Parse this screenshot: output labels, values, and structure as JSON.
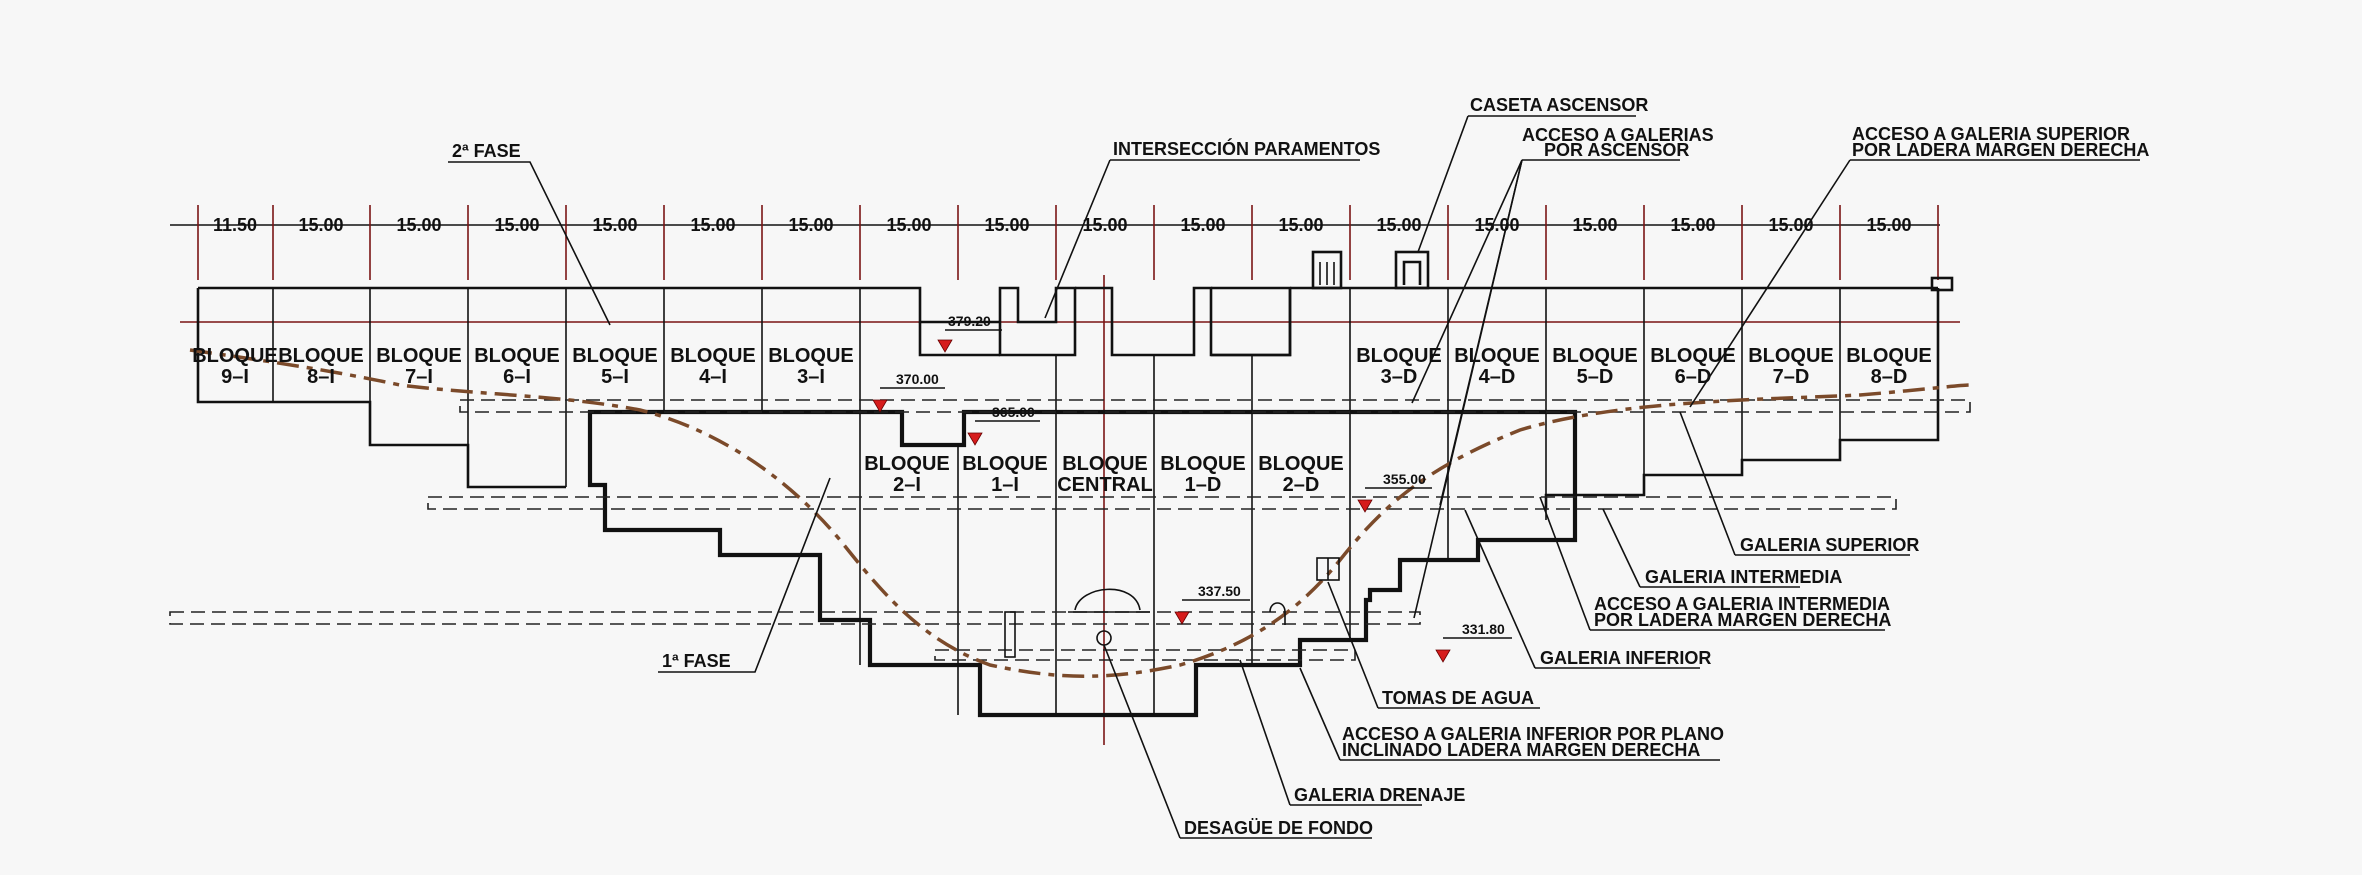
{
  "dimensions": [
    "11.50",
    "15.00",
    "15.00",
    "15.00",
    "15.00",
    "15.00",
    "15.00",
    "15.00",
    "15.00",
    "15.00",
    "15.00",
    "15.00",
    "15.00",
    "15.00",
    "15.00",
    "15.00",
    "15.00",
    "15.00"
  ],
  "blocks_upper_left": [
    {
      "l1": "BLOQUE",
      "l2": "9–I"
    },
    {
      "l1": "BLOQUE",
      "l2": "8–I"
    },
    {
      "l1": "BLOQUE",
      "l2": "7–I"
    },
    {
      "l1": "BLOQUE",
      "l2": "6–I"
    },
    {
      "l1": "BLOQUE",
      "l2": "5–I"
    },
    {
      "l1": "BLOQUE",
      "l2": "4–I"
    },
    {
      "l1": "BLOQUE",
      "l2": "3–I"
    }
  ],
  "blocks_upper_right": [
    {
      "l1": "BLOQUE",
      "l2": "3–D"
    },
    {
      "l1": "BLOQUE",
      "l2": "4–D"
    },
    {
      "l1": "BLOQUE",
      "l2": "5–D"
    },
    {
      "l1": "BLOQUE",
      "l2": "6–D"
    },
    {
      "l1": "BLOQUE",
      "l2": "7–D"
    },
    {
      "l1": "BLOQUE",
      "l2": "8–D"
    }
  ],
  "blocks_central": [
    {
      "l1": "BLOQUE",
      "l2": "2–I"
    },
    {
      "l1": "BLOQUE",
      "l2": "1–I"
    },
    {
      "l1": "BLOQUE",
      "l2": "CENTRAL"
    },
    {
      "l1": "BLOQUE",
      "l2": "1–D"
    },
    {
      "l1": "BLOQUE",
      "l2": "2–D"
    }
  ],
  "elevations": [
    "379.20",
    "370.00",
    "365.00",
    "355.00",
    "337.50",
    "331.80"
  ],
  "labels": {
    "fase2": "2ª FASE",
    "fase1": "1ª FASE",
    "interseccion": "INTERSECCIÓN PARAMENTOS",
    "caseta": "CASETA ASCENSOR",
    "acceso_ascensor_1": "ACCESO A GALERIAS",
    "acceso_ascensor_2": "POR ASCENSOR",
    "acceso_superior_1": "ACCESO A GALERIA SUPERIOR",
    "acceso_superior_2": "POR LADERA MARGEN DERECHA",
    "galeria_superior": "GALERIA SUPERIOR",
    "galeria_intermedia": "GALERIA INTERMEDIA",
    "acceso_intermedia_1": "ACCESO A GALERIA INTERMEDIA",
    "acceso_intermedia_2": "POR LADERA MARGEN DERECHA",
    "galeria_inferior": "GALERIA INFERIOR",
    "tomas": "TOMAS DE AGUA",
    "acceso_inferior_1": "ACCESO A GALERIA INFERIOR POR PLANO",
    "acceso_inferior_2": "INCLINADO LADERA MARGEN DERECHA",
    "galeria_drenaje": "GALERIA DRENAJE",
    "desague": "DESAGÜE DE FONDO"
  }
}
